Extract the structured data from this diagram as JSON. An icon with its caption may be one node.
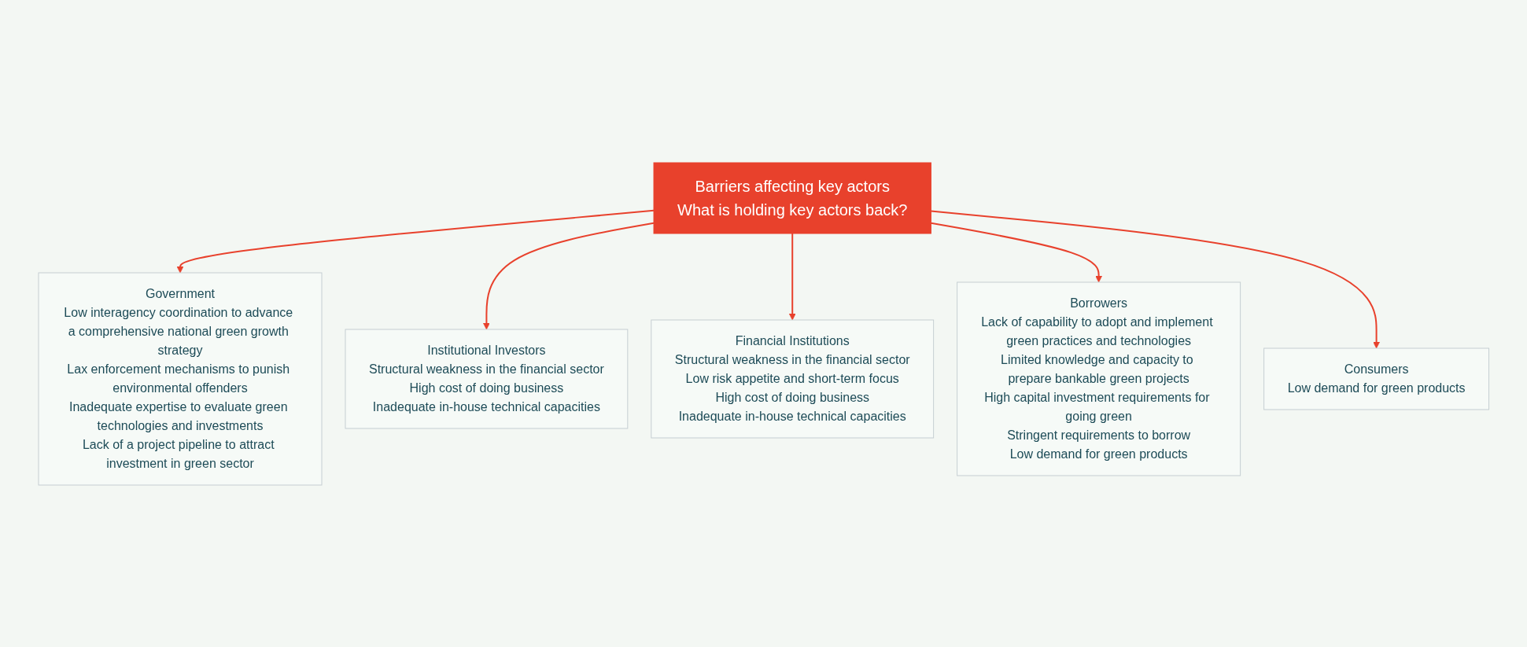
{
  "diagram": {
    "nodes": [
      {
        "text": [
          "Barriers affecting key actors",
          "What is holding key actors back?"
        ]
      },
      {
        "text": [
          "Government",
          "Low interagency coordination to advance a comprehensive national green growth strategy",
          "Lax enforcement mechanisms to punish environmental offenders",
          "Inadequate expertise to evaluate green technologies and investments",
          "Lack of a project pipeline to attract investment in green sector"
        ]
      },
      {
        "text": [
          "Institutional Investors",
          "Structural weakness in the financial sector",
          "High cost of doing business",
          "Inadequate in-house technical capacities"
        ]
      },
      {
        "text": [
          "Financial Institutions",
          "Structural weakness in the financial sector",
          "Low risk appetite and short-term focus",
          "High cost of doing business",
          "Inadequate in-house technical capacities"
        ]
      },
      {
        "text": [
          "Borrowers",
          "Lack of capability to adopt and implement green practices and technologies",
          "Limited knowledge and capacity to prepare bankable green projects",
          "High capital investment requirements for going green",
          "Stringent requirements to borrow",
          "Low demand for green products"
        ]
      },
      {
        "text": [
          "Consumers",
          "Low demand for green products"
        ]
      }
    ],
    "edges": [
      {
        "from": 0,
        "to": 1,
        "arrow": "to"
      },
      {
        "from": 0,
        "to": 2,
        "arrow": "to"
      },
      {
        "from": 0,
        "to": 3,
        "arrow": "to"
      },
      {
        "from": 0,
        "to": 4,
        "arrow": "to"
      },
      {
        "from": 0,
        "to": 5,
        "arrow": "to"
      }
    ]
  }
}
